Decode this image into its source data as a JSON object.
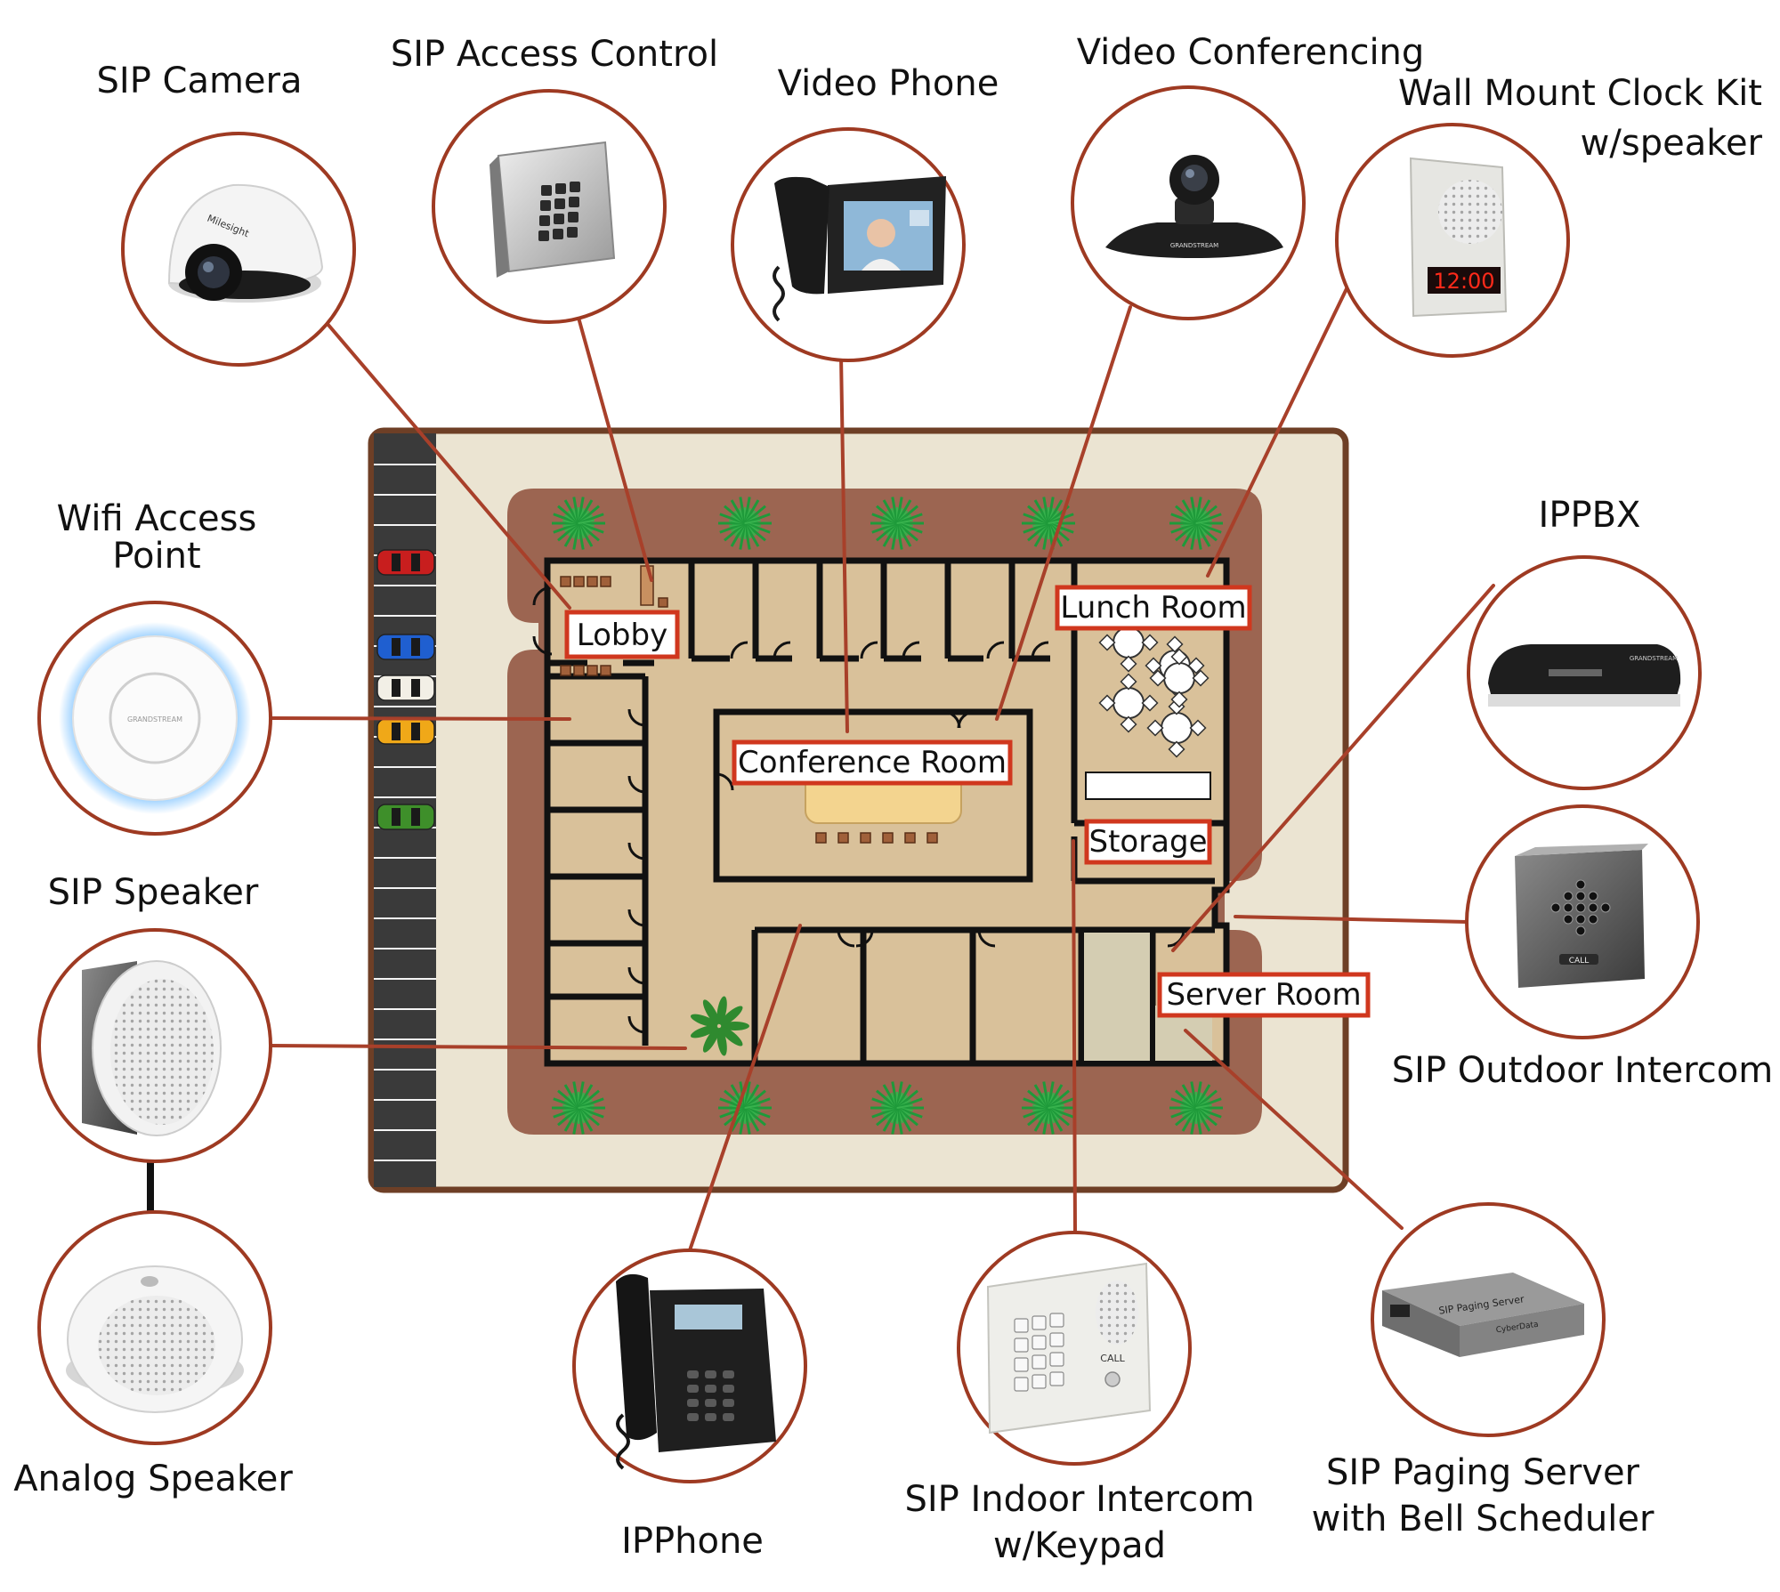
{
  "colors": {
    "ring": "#9e3a22",
    "connector": "#a8402a",
    "site": "#ebe4d2",
    "site_border": "#6e3f26",
    "garden": "#9c6551",
    "floor": "#d9c19a",
    "wall": "#111111",
    "label_border": "#d0371e",
    "parking": "#3a3a3a",
    "table": "#f3d48f",
    "tree": "#1e9a3a"
  },
  "devices": [
    {
      "key": "sip-camera",
      "lines": [
        "SIP Camera"
      ],
      "icon": "dome-camera-icon"
    },
    {
      "key": "sip-access-control",
      "lines": [
        "SIP Access Control"
      ],
      "icon": "keypad-box-icon"
    },
    {
      "key": "video-phone",
      "lines": [
        "Video Phone"
      ],
      "icon": "video-phone-icon"
    },
    {
      "key": "video-conferencing",
      "lines": [
        "Video Conferencing"
      ],
      "icon": "conference-camera-icon"
    },
    {
      "key": "wall-mount-clock-kit",
      "lines": [
        "Wall Mount Clock Kit",
        "w/speaker"
      ],
      "icon": "clock-speaker-icon"
    },
    {
      "key": "wifi-access-point",
      "lines": [
        "Wifi Access",
        "Point"
      ],
      "icon": "access-point-icon"
    },
    {
      "key": "ippbx",
      "lines": [
        "IPPBX"
      ],
      "icon": "pbx-appliance-icon"
    },
    {
      "key": "sip-speaker",
      "lines": [
        "SIP Speaker"
      ],
      "icon": "ceiling-speaker-icon"
    },
    {
      "key": "sip-outdoor-intercom",
      "lines": [
        "SIP Outdoor Intercom"
      ],
      "icon": "outdoor-intercom-icon"
    },
    {
      "key": "analog-speaker",
      "lines": [
        "Analog Speaker"
      ],
      "icon": "analog-speaker-icon"
    },
    {
      "key": "ipphone",
      "lines": [
        "IPPhone"
      ],
      "icon": "desk-phone-icon"
    },
    {
      "key": "sip-indoor-intercom",
      "lines": [
        "SIP Indoor Intercom",
        "w/Keypad"
      ],
      "icon": "indoor-intercom-icon"
    },
    {
      "key": "sip-paging-server",
      "lines": [
        "SIP Paging Server",
        "with Bell Scheduler"
      ],
      "icon": "paging-server-icon"
    }
  ],
  "rooms": {
    "lobby": "Lobby",
    "lunch": "Lunch Room",
    "conference": "Conference Room",
    "storage": "Storage",
    "server": "Server Room"
  },
  "device_text": {
    "camera_brand": "Milesight",
    "clock_display": "12:00",
    "ap_brand": "GRANDSTREAM",
    "conf_brand": "GRANDSTREAM",
    "pbx_brand": "GRANDSTREAM",
    "intercom_call": "CALL",
    "paging_text": "SIP Paging Server",
    "paging_brand": "CyberData"
  },
  "parking": {
    "car_colors": [
      "#c81e1e",
      "#1f5fd0",
      "#f2efe6",
      "#f0a818",
      "#3e8f2a"
    ]
  }
}
